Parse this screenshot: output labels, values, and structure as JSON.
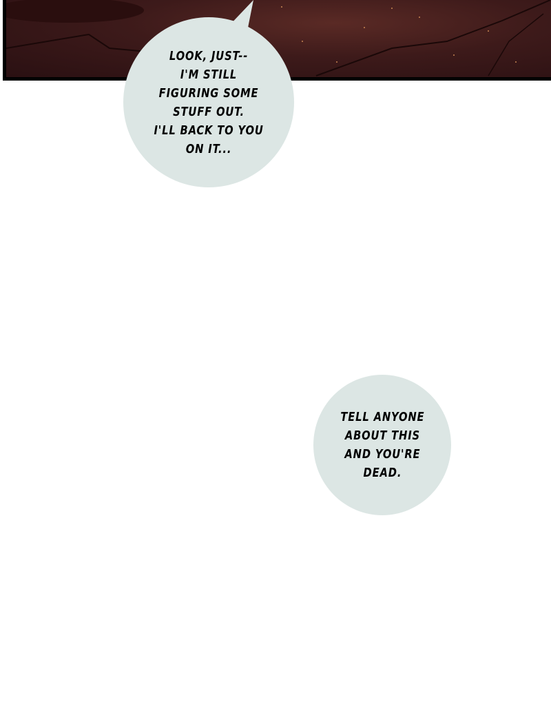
{
  "bubbles": [
    {
      "lines": [
        "LOOK, JUST--",
        "I'M STILL",
        "FIGURING SOME",
        "STUFF OUT.",
        "I'LL BACK TO YOU",
        "ON IT..."
      ]
    },
    {
      "lines": [
        "TELL ANYONE",
        "ABOUT THIS",
        "AND YOU'RE",
        "DEAD."
      ]
    }
  ],
  "colors": {
    "bubble": "#dce6e4",
    "panel_border": "#000000",
    "panel_bg": "#3d1a1a"
  }
}
